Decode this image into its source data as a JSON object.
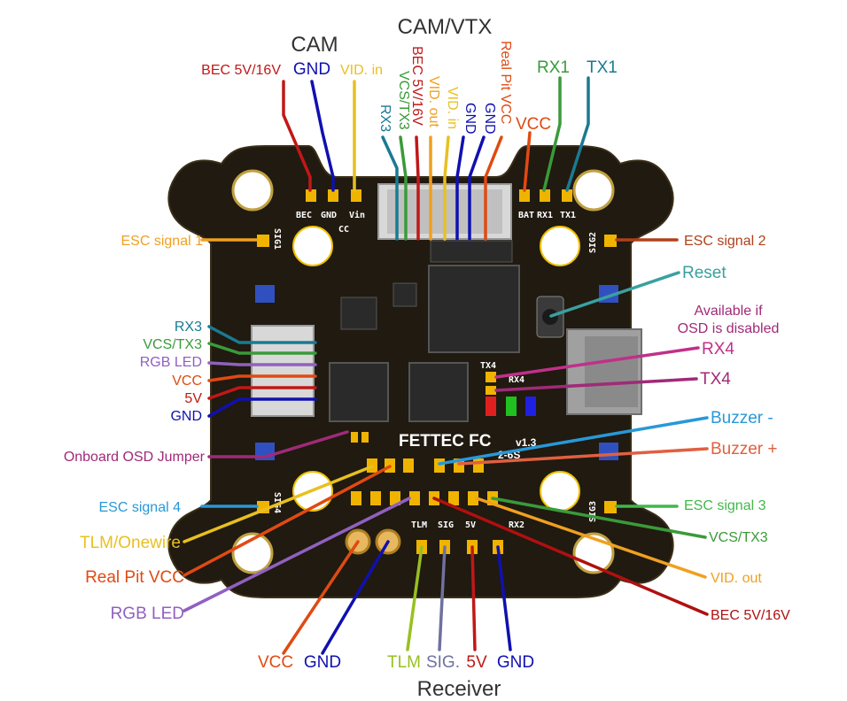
{
  "colors": {
    "red": "#c01818",
    "darkred": "#b01010",
    "orange": "#f0a020",
    "orangered": "#e04a12",
    "yellow": "#e8c020",
    "green": "#3a9a3a",
    "lime": "#40b848",
    "blue": "#1010b0",
    "teal": "#1a7a92",
    "cyan": "#2898d8",
    "purple": "#9060c0",
    "magenta": "#c0308a",
    "plum": "#a02a78",
    "tealgreen": "#3aa0a0",
    "pink": "#e06040",
    "olive": "#98c020",
    "slate": "#7070a0",
    "board": "#201a10",
    "pad": "#f0b400"
  },
  "titles": {
    "cam": "CAM",
    "camvtx": "CAM/VTX",
    "receiver": "Receiver"
  },
  "top": {
    "bec": "BEC 5V/16V",
    "gnd": "GND",
    "vid_in": "VID. in",
    "rx3": "RX3",
    "vcs_tx3": "VCS/TX3",
    "bec2": "BEC 5V/16V",
    "vid_out": "VID. out",
    "vid_in2": "VID. in",
    "gnd2": "GND",
    "gnd3": "GND",
    "real_pit_vcc": "Real Pit VCC",
    "vcc": "VCC",
    "rx1": "RX1",
    "tx1": "TX1"
  },
  "left": {
    "esc1": "ESC signal 1",
    "rx3": "RX3",
    "vcs_tx3": "VCS/TX3",
    "rgb_led": "RGB LED",
    "vcc": "VCC",
    "v5": "5V",
    "gnd": "GND",
    "osd_jumper": "Onboard OSD Jumper",
    "esc4": "ESC signal 4",
    "tlm_onewire": "TLM/Onewire",
    "real_pit_vcc": "Real Pit VCC",
    "rgb_led2": "RGB LED"
  },
  "right": {
    "esc2": "ESC signal 2",
    "reset": "Reset",
    "available": "Available if",
    "osd_disabled": "OSD is disabled",
    "rx4": "RX4",
    "tx4": "TX4",
    "buzzer_minus": "Buzzer -",
    "buzzer_plus": "Buzzer +",
    "esc3": "ESC signal 3",
    "vcs_tx3": "VCS/TX3",
    "vid_out": "VID. out",
    "bec": "BEC 5V/16V"
  },
  "bottom": {
    "vcc": "VCC",
    "gnd": "GND",
    "tlm": "TLM",
    "sig": "SIG.",
    "v5": "5V",
    "gnd2": "GND"
  },
  "board": {
    "brand": "FETTEC FC",
    "version": "v1.3",
    "cells": "2-6S",
    "silk_bec": "BEC",
    "silk_gnd": "GND",
    "silk_vin": "Vin",
    "silk_cc": "CC",
    "silk_bat": "BAT",
    "silk_rx1": "RX1",
    "silk_tx1": "TX1",
    "silk_sig1": "SIG1",
    "silk_sig2": "SIG2",
    "silk_sig3": "SIG3",
    "silk_sig4": "SIG4",
    "silk_tx4": "TX4",
    "silk_rx4": "RX4",
    "silk_tlm": "TLM",
    "silk_sig": "SIG",
    "silk_5v": "5V",
    "silk_rx2": "RX2"
  }
}
